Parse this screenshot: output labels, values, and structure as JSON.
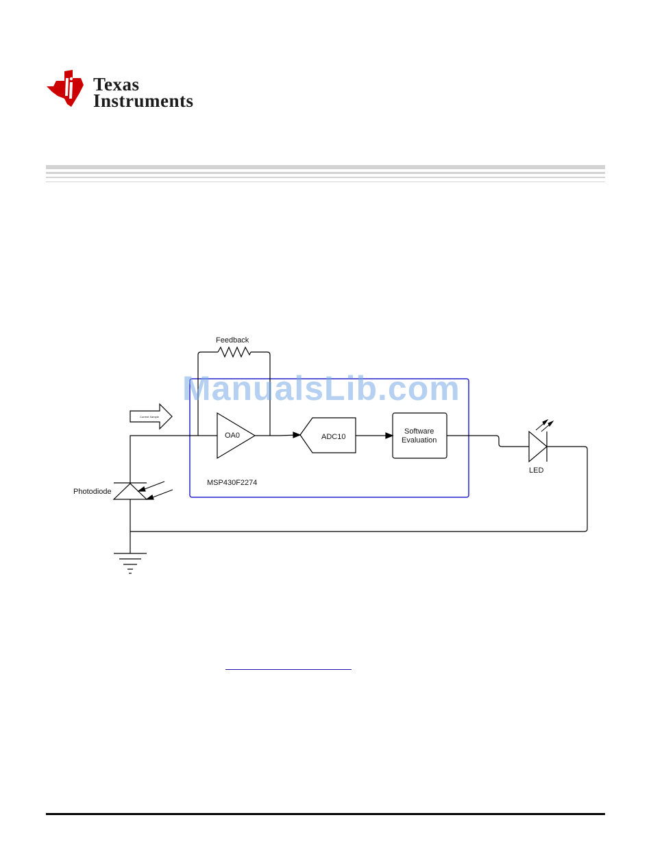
{
  "header": {
    "logo": {
      "line1": "Texas",
      "line2": "Instruments",
      "brand_color": "#cc0000"
    }
  },
  "watermark": "ManualsLib.com",
  "diagram": {
    "labels": {
      "feedback": "Feedback",
      "current_sample": "Current Sample",
      "opamp": "OA0",
      "adc": "ADC10",
      "software_line1": "Software",
      "software_line2": "Evaluation",
      "mcu": "MSP430F2274",
      "photodiode": "Photodiode",
      "led": "LED"
    },
    "colors": {
      "mcu_border": "#2222cc",
      "wire": "#000000"
    }
  }
}
